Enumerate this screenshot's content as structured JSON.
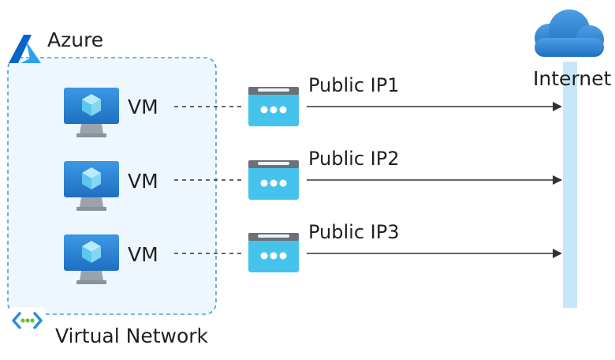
{
  "cloud_label": "Azure",
  "vnet_label": "Virtual Network",
  "internet_label": "Internet",
  "rows": [
    {
      "vm_label": "VM",
      "ip_label": "Public IP1"
    },
    {
      "vm_label": "VM",
      "ip_label": "Public IP2"
    },
    {
      "vm_label": "VM",
      "ip_label": "Public IP3"
    }
  ],
  "colors": {
    "vnet_fill": "#eef7fd",
    "vnet_border": "#4a9fd6",
    "vm_screen": "#2e86d6",
    "vm_stand": "#9aa3ab",
    "cube": "#7fd3f0",
    "ip_body": "#45c3ec",
    "ip_top": "#6b7177",
    "internet_bar": "#c8e6fa",
    "cloud": "#2f7fd0",
    "line": "#333333"
  }
}
